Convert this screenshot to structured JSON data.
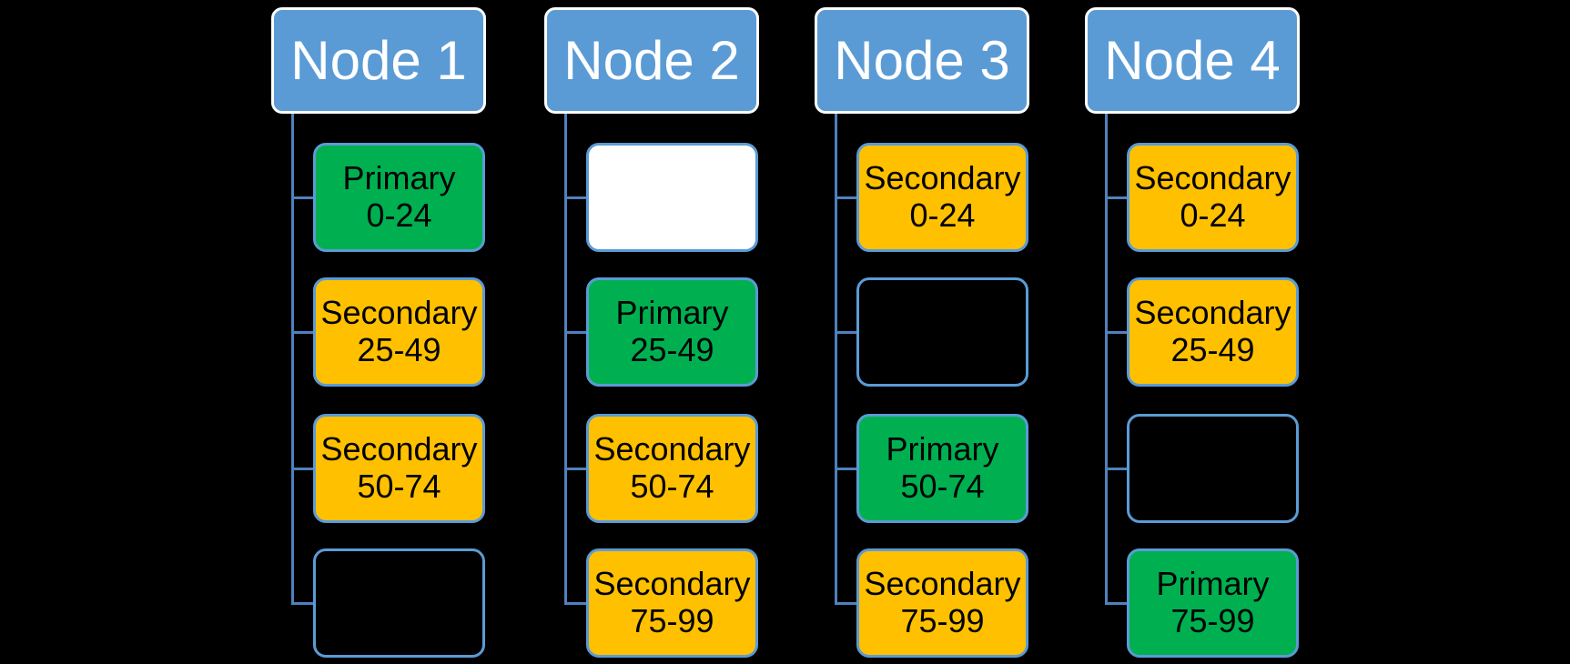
{
  "diagram": {
    "kind": "shard-distribution-tree",
    "colors": {
      "background": "#000000",
      "node_fill": "#5b9bd5",
      "node_border": "#ffffff",
      "node_text": "#ffffff",
      "primary_fill": "#00b050",
      "secondary_fill": "#ffc000",
      "empty_white_fill": "#ffffff",
      "empty_dark_fill": "transparent",
      "child_border": "#5b9bd5",
      "connector": "#4f81bd",
      "child_text": "#000000"
    }
  },
  "nodes": [
    {
      "title": "Node 1",
      "children": [
        {
          "kind": "primary",
          "label": "Primary",
          "range": "0-24"
        },
        {
          "kind": "secondary",
          "label": "Secondary",
          "range": "25-49"
        },
        {
          "kind": "secondary",
          "label": "Secondary",
          "range": "50-74"
        },
        {
          "kind": "empty-dark",
          "label": "",
          "range": ""
        }
      ]
    },
    {
      "title": "Node 2",
      "children": [
        {
          "kind": "empty-white",
          "label": "",
          "range": ""
        },
        {
          "kind": "primary",
          "label": "Primary",
          "range": "25-49"
        },
        {
          "kind": "secondary",
          "label": "Secondary",
          "range": "50-74"
        },
        {
          "kind": "secondary",
          "label": "Secondary",
          "range": "75-99"
        }
      ]
    },
    {
      "title": "Node 3",
      "children": [
        {
          "kind": "secondary",
          "label": "Secondary",
          "range": "0-24"
        },
        {
          "kind": "empty-dark",
          "label": "",
          "range": ""
        },
        {
          "kind": "primary",
          "label": "Primary",
          "range": "50-74"
        },
        {
          "kind": "secondary",
          "label": "Secondary",
          "range": "75-99"
        }
      ]
    },
    {
      "title": "Node 4",
      "children": [
        {
          "kind": "secondary",
          "label": "Secondary",
          "range": "0-24"
        },
        {
          "kind": "secondary",
          "label": "Secondary",
          "range": "25-49"
        },
        {
          "kind": "empty-dark",
          "label": "",
          "range": ""
        },
        {
          "kind": "primary",
          "label": "Primary",
          "range": "75-99"
        }
      ]
    }
  ]
}
